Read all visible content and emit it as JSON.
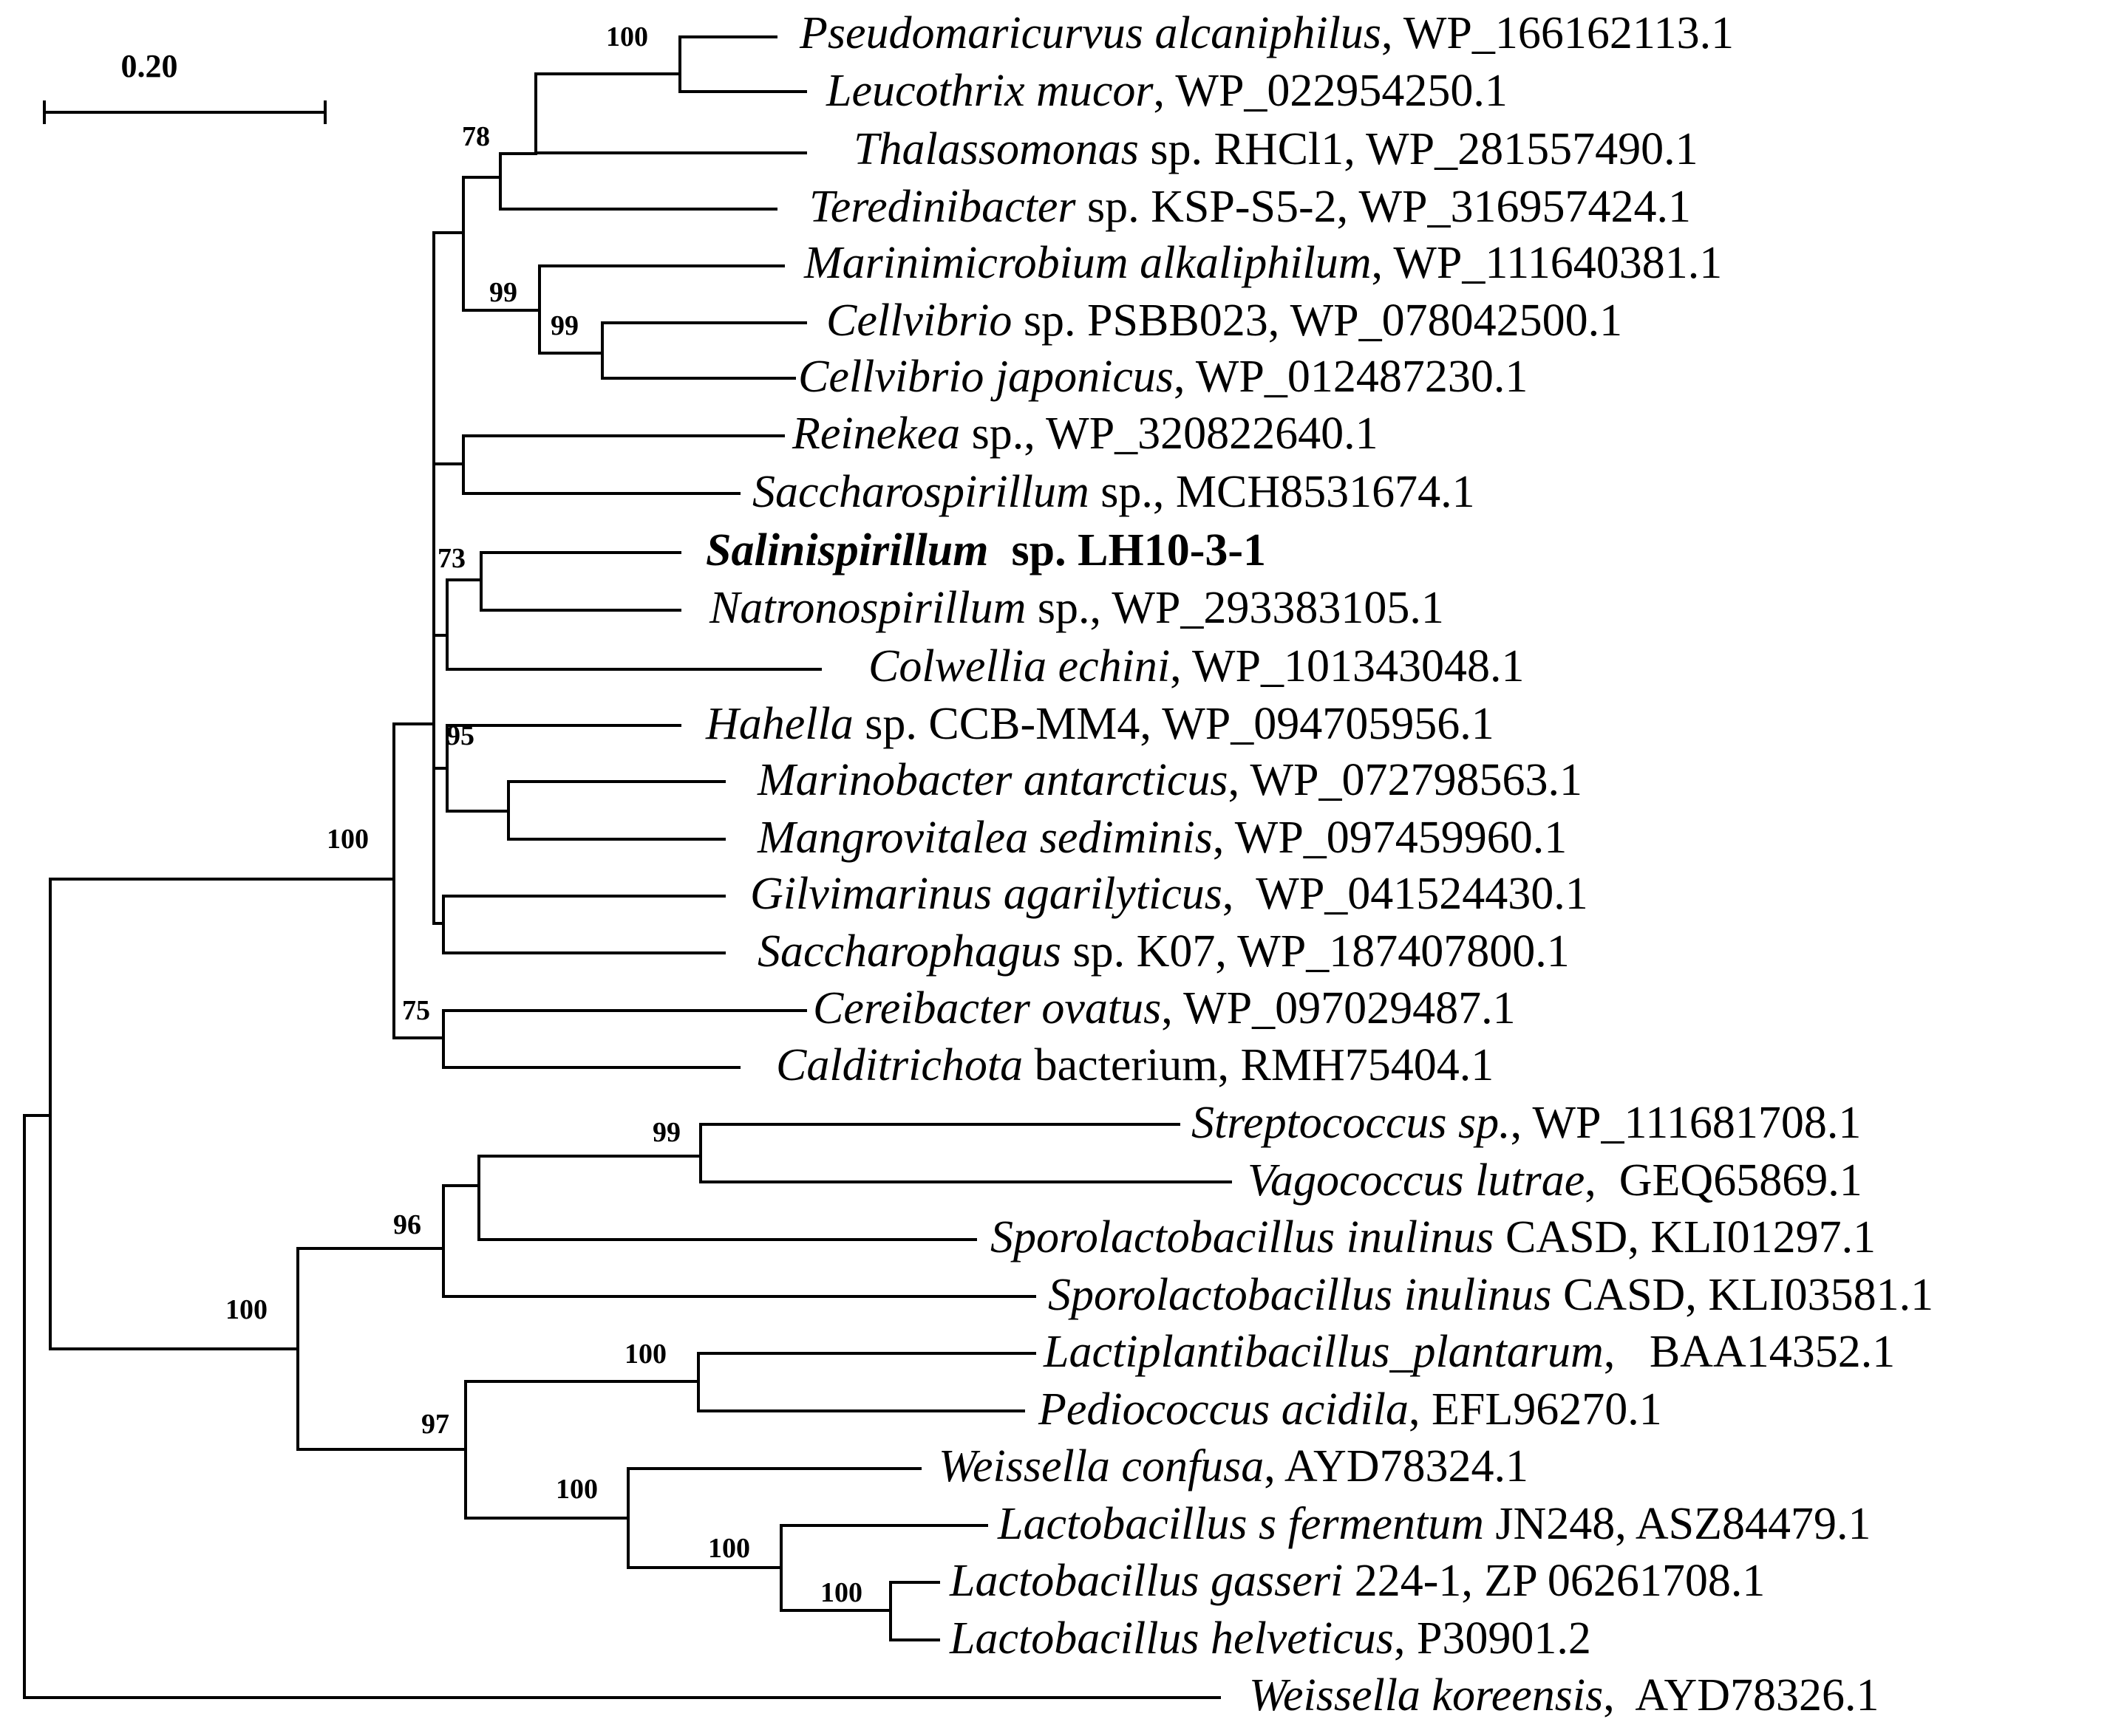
{
  "scale": {
    "label": "0.20"
  },
  "leaves": [
    {
      "genus": "Pseudomaricurvus alcaniphilus",
      "rest": ", WP_166162113.1"
    },
    {
      "genus": "Leucothrix mucor",
      "rest": ", WP_022954250.1"
    },
    {
      "genus": "Thalassomonas",
      "rest": " sp. RHCl1, WP_281557490.1"
    },
    {
      "genus": "Teredinibacter",
      "rest": " sp. KSP-S5-2, WP_316957424.1"
    },
    {
      "genus": "Marinimicrobium alkaliphilum",
      "rest": ", WP_111640381.1"
    },
    {
      "genus": "Cellvibrio",
      "rest": " sp. PSBB023, WP_078042500.1"
    },
    {
      "genus": "Cellvibrio japonicus",
      "rest": ", WP_012487230.1"
    },
    {
      "genus": "Reinekea",
      "rest": " sp., WP_320822640.1"
    },
    {
      "genus": "Saccharospirillum",
      "rest": " sp., MCH8531674.1"
    },
    {
      "genus": "Salinispirillum",
      "rest": "  sp. LH10-3-1",
      "bold": true
    },
    {
      "genus": "Natronospirillum",
      "rest": " sp., WP_293383105.1"
    },
    {
      "genus": "Colwellia echini",
      "rest": ", WP_101343048.1"
    },
    {
      "genus": "Hahella",
      "rest": " sp. CCB-MM4, WP_094705956.1"
    },
    {
      "genus": "Marinobacter antarcticus",
      "rest": ", WP_072798563.1"
    },
    {
      "genus": "Mangrovitalea sediminis",
      "rest": ", WP_097459960.1"
    },
    {
      "genus": "Gilvimarinus agarilyticus",
      "rest": ",  WP_041524430.1"
    },
    {
      "genus": "Saccharophagus",
      "rest": " sp. K07, WP_187407800.1"
    },
    {
      "genus": "Cereibacter ovatus",
      "rest": ", WP_097029487.1"
    },
    {
      "genus": "Calditrichota",
      "rest": " bacterium, RMH75404.1"
    },
    {
      "genus": "Streptococcus sp.",
      "rest": ", WP_111681708.1"
    },
    {
      "genus": "Vagococcus lutrae",
      "rest": ",  GEQ65869.1"
    },
    {
      "genus": "Sporolactobacillus  inulinus",
      "rest": " CASD, KLI01297.1"
    },
    {
      "genus": "Sporolactobacillus  inulinus",
      "rest": " CASD, KLI03581.1"
    },
    {
      "genus": "Lactiplantibacillus_plantarum",
      "rest": ",   BAA14352.1"
    },
    {
      "genus": "Pediococcus acidila",
      "rest": ", EFL96270.1"
    },
    {
      "genus": "Weissella confusa",
      "rest": ", AYD78324.1"
    },
    {
      "genus": "Lactobacillus s fermentum",
      "rest": " JN248, ASZ84479.1"
    },
    {
      "genus": "Lactobacillus gasseri",
      "rest": " 224-1, ZP 06261708.1"
    },
    {
      "genus": "Lactobacillus  helveticus",
      "rest": ", P30901.2"
    },
    {
      "genus": "Weissella koreensis",
      "rest": ",  AYD78326.1"
    }
  ],
  "bootstrap": [
    "100",
    "78",
    "99",
    "99",
    "73",
    "95",
    "100",
    "75",
    "99",
    "96",
    "100",
    "100",
    "97",
    "100",
    "100",
    "100"
  ]
}
